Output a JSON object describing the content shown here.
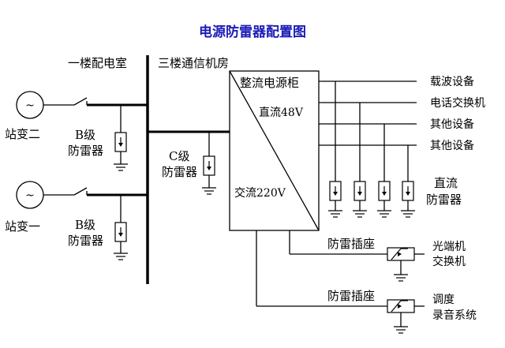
{
  "title": "电源防雷器配置图",
  "colors": {
    "title": "#1b1bb8",
    "line": "#000000",
    "background": "#ffffff"
  },
  "rooms": {
    "first_floor": "一楼配电室",
    "third_floor": "三楼通信机房"
  },
  "sources": {
    "station_2": "站变二",
    "station_1": "站变一"
  },
  "protectors": {
    "b_level_upper": [
      "B级",
      "防雷器"
    ],
    "b_level_lower": [
      "B级",
      "防雷器"
    ],
    "c_level": [
      "C级",
      "防雷器"
    ],
    "dc": [
      "直流",
      "防雷器"
    ]
  },
  "rectifier": {
    "name": "整流电源柜",
    "dc_output": "直流48V",
    "ac_input": "交流220V"
  },
  "loads": [
    "载波设备",
    "电话交换机",
    "其他设备",
    "其他设备"
  ],
  "sockets": {
    "upper": "防雷插座",
    "lower": "防雷插座"
  },
  "equipment": {
    "optical": [
      "光端机",
      "交换机"
    ],
    "dispatch": [
      "调度",
      "录音系统"
    ]
  },
  "icons": {
    "source": "ac-source-icon",
    "switch": "switch-icon",
    "arrester": "surge-arrester-icon",
    "ground": "ground-icon",
    "varistor": "varistor-icon"
  }
}
